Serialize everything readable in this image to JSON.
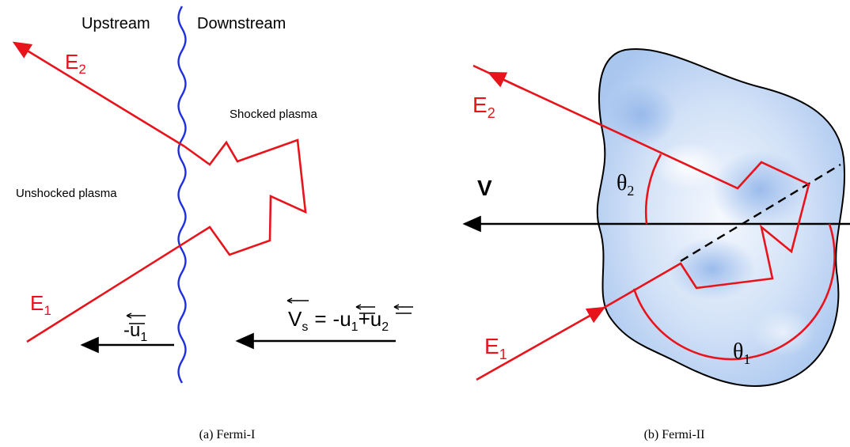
{
  "panel_a": {
    "label_upstream": "Upstream",
    "label_downstream": "Downstream",
    "label_shocked": "Shocked plasma",
    "label_unshocked": "Unshocked plasma",
    "energy_out": {
      "letter": "E",
      "sub": "2"
    },
    "energy_in": {
      "letter": "E",
      "sub": "1"
    },
    "u1_label": {
      "minus": "-",
      "letter": "u",
      "sub": "1"
    },
    "vs_equation": {
      "v": "V",
      "v_sub": "s",
      "eq": "=",
      "minus": "-",
      "u1": "u",
      "u1_sub": "1",
      "plus": "+",
      "u2": "u",
      "u2_sub": "2"
    },
    "caption": "(a) Fermi-I"
  },
  "panel_b": {
    "velocity_label": "V",
    "energy_out": {
      "letter": "E",
      "sub": "2"
    },
    "energy_in": {
      "letter": "E",
      "sub": "1"
    },
    "theta2": {
      "letter": "θ",
      "sub": "2"
    },
    "theta1": {
      "letter": "θ",
      "sub": "1"
    },
    "caption": "(b) Fermi-II"
  },
  "colors": {
    "particle_path": "#e8141c",
    "shock_front": "#1f2fe0",
    "arrows": "#000000",
    "cloud_fill": "#bcd3f3",
    "cloud_edge": "#000000"
  }
}
